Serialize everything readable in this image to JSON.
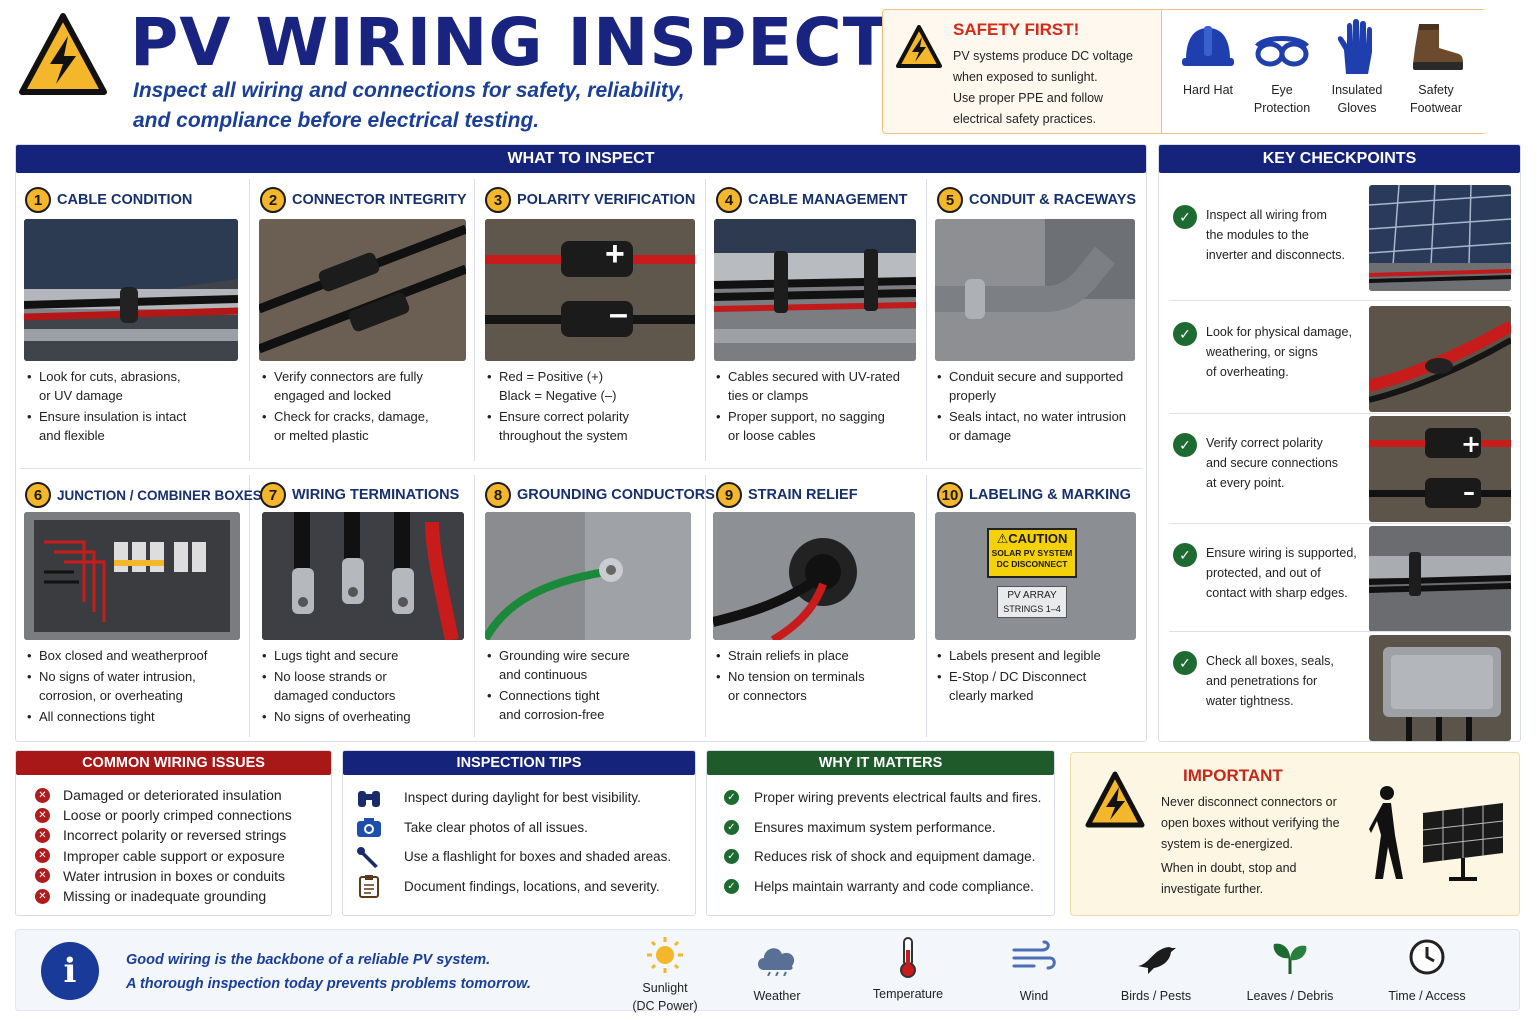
{
  "header": {
    "title": "PV  WIRING INSPECTION",
    "subtitle_line1": "Inspect all wiring and connections for safety, reliability,",
    "subtitle_line2": "and compliance before electrical testing."
  },
  "safety": {
    "title": "SAFETY FIRST!",
    "lines": [
      "PV systems produce DC voltage",
      "when exposed to sunlight.",
      "Use proper PPE and follow",
      "electrical safety practices."
    ],
    "ppe": [
      {
        "icon": "hard-hat-icon",
        "l1": "Hard Hat",
        "l2": ""
      },
      {
        "icon": "eye-protection-icon",
        "l1": "Eye",
        "l2": "Protection"
      },
      {
        "icon": "insulated-gloves-icon",
        "l1": "Insulated",
        "l2": "Gloves"
      },
      {
        "icon": "safety-footwear-icon",
        "l1": "Safety",
        "l2": "Footwear"
      }
    ]
  },
  "inspect": {
    "header": "WHAT TO INSPECT",
    "items": [
      {
        "num": "1",
        "name": "CABLE CONDITION",
        "bullets": [
          "Look for cuts, abrasions,\nor UV damage",
          "Ensure insulation is intact\nand flexible"
        ]
      },
      {
        "num": "2",
        "name": "CONNECTOR INTEGRITY",
        "bullets": [
          "Verify connectors are fully\nengaged and locked",
          "Check for cracks,  damage,\nor melted plastic"
        ]
      },
      {
        "num": "3",
        "name": "POLARITY VERIFICATION",
        "bullets": [
          "Red = Positive (+)\nBlack = Negative (–)",
          "Ensure correct polarity\nthroughout the system"
        ]
      },
      {
        "num": "4",
        "name": "CABLE MANAGEMENT",
        "bullets": [
          "Cables secured with UV-rated\nties or clamps",
          "Proper support, no sagging\nor loose cables"
        ]
      },
      {
        "num": "5",
        "name": "CONDUIT & RACEWAYS",
        "bullets": [
          "Conduit secure and supported\nproperly",
          "Seals intact, no water intrusion\nor damage"
        ]
      },
      {
        "num": "6",
        "name": "JUNCTION / COMBINER BOXES",
        "bullets": [
          "Box closed and weatherproof",
          "No signs of water intrusion,\ncorrosion, or overheating",
          "All connections tight"
        ]
      },
      {
        "num": "7",
        "name": "WIRING TERMINATIONS",
        "bullets": [
          "Lugs tight and secure",
          "No loose strands or\ndamaged conductors",
          "No signs of overheating"
        ]
      },
      {
        "num": "8",
        "name": "GROUNDING CONDUCTORS",
        "bullets": [
          "Grounding wire secure\nand continuous",
          "Connections tight\nand corrosion-free"
        ]
      },
      {
        "num": "9",
        "name": "STRAIN RELIEF",
        "bullets": [
          "Strain reliefs in place",
          "No tension on terminals\nor connectors"
        ]
      },
      {
        "num": "10",
        "name": "LABELING & MARKING",
        "bullets": [
          "Labels present and legible",
          "E-Stop / DC Disconnect\nclearly marked"
        ]
      }
    ],
    "plus_sign": "+",
    "minus_sign": "–",
    "caution_label": "⚠CAUTION",
    "caution_sub1": "SOLAR PV SYSTEM",
    "caution_sub2": "DC DISCONNECT",
    "array_label1": "PV ARRAY",
    "array_label2": "STRINGS 1–4"
  },
  "checkpoints": {
    "header": "KEY CHECKPOINTS",
    "items": [
      {
        "l1": "Inspect all wiring from",
        "l2": "the modules to the",
        "l3": "inverter and disconnects."
      },
      {
        "l1": "Look for physical damage,",
        "l2": "weathering, or signs",
        "l3": "of overheating."
      },
      {
        "l1": "Verify correct polarity",
        "l2": "and secure connections",
        "l3": "at every point."
      },
      {
        "l1": "Ensure wiring is supported,",
        "l2": "protected, and out of",
        "l3": "contact with sharp edges."
      },
      {
        "l1": "Check all boxes, seals,",
        "l2": "and penetrations for",
        "l3": "water tightness."
      }
    ]
  },
  "issues": {
    "header": "COMMON WIRING ISSUES",
    "items": [
      "Damaged or deteriorated insulation",
      "Loose or poorly crimped connections",
      "Incorrect polarity or reversed strings",
      "Improper cable support or exposure",
      "Water intrusion in boxes or conduits",
      "Missing or inadequate grounding"
    ]
  },
  "tips": {
    "header": "INSPECTION TIPS",
    "items": [
      {
        "icon": "binoculars-icon",
        "text": "Inspect during daylight for best visibility."
      },
      {
        "icon": "camera-icon",
        "text": "Take clear photos of all issues."
      },
      {
        "icon": "flashlight-icon",
        "text": "Use a flashlight for boxes and shaded areas."
      },
      {
        "icon": "clipboard-icon",
        "text": "Document findings, locations, and severity."
      }
    ]
  },
  "why": {
    "header": "WHY IT MATTERS",
    "items": [
      "Proper wiring prevents electrical faults and fires.",
      "Ensures maximum system performance.",
      "Reduces risk of shock and equipment damage.",
      "Helps maintain warranty and code compliance."
    ]
  },
  "important": {
    "title": "IMPORTANT",
    "l1": "Never disconnect connectors or",
    "l2": "open boxes without verifying the",
    "l3": "system is de-energized.",
    "l4": "When in doubt, stop and",
    "l5": "investigate further."
  },
  "footer": {
    "line1": "Good wiring is the backbone of a reliable PV system.",
    "line2": "A thorough inspection today prevents problems tomorrow.",
    "info_glyph": "i",
    "items": [
      {
        "icon": "sunlight-icon",
        "l1": "Sunlight",
        "l2": "(DC Power)"
      },
      {
        "icon": "weather-icon",
        "l1": "Weather",
        "l2": ""
      },
      {
        "icon": "temperature-icon",
        "l1": "Temperature",
        "l2": ""
      },
      {
        "icon": "wind-icon",
        "l1": "Wind",
        "l2": ""
      },
      {
        "icon": "bird-icon",
        "l1": "Birds / Pests",
        "l2": ""
      },
      {
        "icon": "leaves-icon",
        "l1": "Leaves / Debris",
        "l2": ""
      },
      {
        "icon": "clock-icon",
        "l1": "Time / Access",
        "l2": ""
      }
    ]
  },
  "colors": {
    "navy": "#16237a",
    "red": "#a81818",
    "green": "#1e5a2a",
    "accent_yellow": "#f4b62b"
  }
}
